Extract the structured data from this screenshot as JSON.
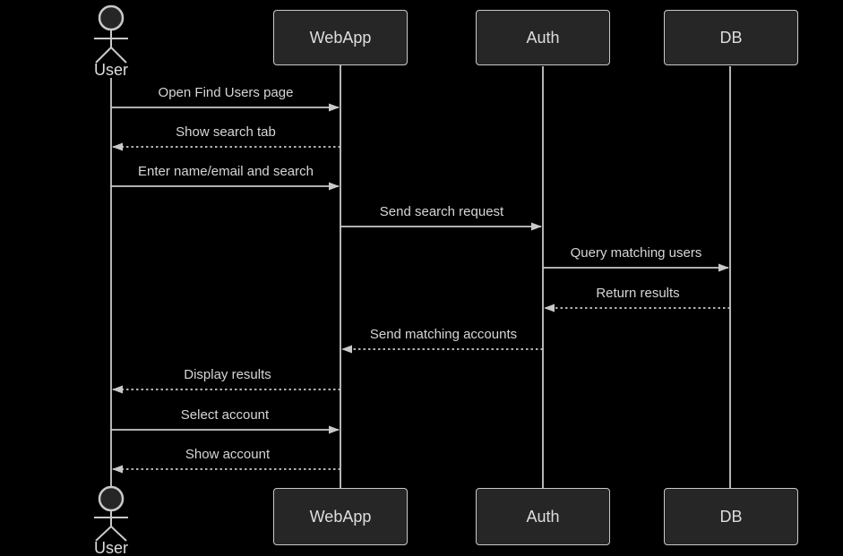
{
  "diagram": {
    "kind": "uml-sequence-diagram",
    "colors": {
      "background": "#000000",
      "box_fill": "#262626",
      "stroke": "#c9c9c9",
      "text": "#dedede",
      "message_text": "#d6d6d6"
    }
  },
  "actors": [
    {
      "id": "user",
      "label": "User"
    }
  ],
  "participants": [
    {
      "id": "webapp",
      "label": "WebApp"
    },
    {
      "id": "auth",
      "label": "Auth"
    },
    {
      "id": "db",
      "label": "DB"
    }
  ],
  "messages": [
    {
      "label": "Open Find Users page",
      "from": "User",
      "to": "WebApp",
      "style": "solid"
    },
    {
      "label": "Show search tab",
      "from": "WebApp",
      "to": "User",
      "style": "dashed"
    },
    {
      "label": "Enter name/email and search",
      "from": "User",
      "to": "WebApp",
      "style": "solid"
    },
    {
      "label": "Send search request",
      "from": "WebApp",
      "to": "Auth",
      "style": "solid"
    },
    {
      "label": "Query matching users",
      "from": "Auth",
      "to": "DB",
      "style": "solid"
    },
    {
      "label": "Return results",
      "from": "DB",
      "to": "Auth",
      "style": "dashed"
    },
    {
      "label": "Send matching accounts",
      "from": "Auth",
      "to": "WebApp",
      "style": "dashed"
    },
    {
      "label": "Display results",
      "from": "WebApp",
      "to": "User",
      "style": "dashed"
    },
    {
      "label": "Select account",
      "from": "User",
      "to": "WebApp",
      "style": "solid"
    },
    {
      "label": "Show account",
      "from": "WebApp",
      "to": "User",
      "style": "dashed"
    }
  ]
}
